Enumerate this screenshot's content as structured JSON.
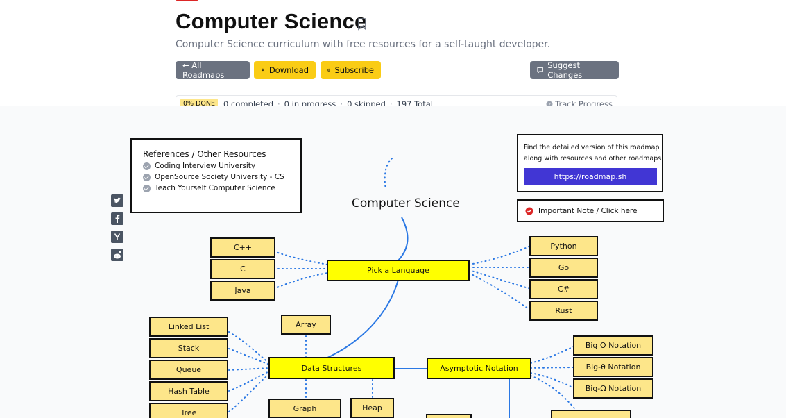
{
  "header": {
    "title": "Computer Science",
    "subtitle": "Computer Science curriculum with free resources for a self-taught developer."
  },
  "buttons": {
    "all_roadmaps": "← All Roadmaps",
    "download": "Download",
    "subscribe": "Subscribe",
    "suggest_changes": "Suggest Changes"
  },
  "progress": {
    "done_badge": "0% DONE",
    "completed": "0 completed",
    "in_progress": "0 in progress",
    "skipped": "0 skipped",
    "total": "197 Total",
    "track": "Track Progress",
    "percent_done": 0
  },
  "social": [
    "twitter-icon",
    "facebook-icon",
    "hackernews-icon",
    "reddit-icon"
  ],
  "references": {
    "title": "References / Other Resources",
    "items": [
      "Coding Interview University",
      "OpenSource Society University - CS",
      "Teach Yourself Computer Science"
    ]
  },
  "promo": {
    "line1": "Find the detailed version of this roadmap",
    "line2": "along with resources and other roadmaps",
    "url": "https://roadmap.sh"
  },
  "note": {
    "label": "Important Note / Click here"
  },
  "roadmap": {
    "root": "Computer Science",
    "pick_language": "Pick a Language",
    "languages_left": [
      "C++",
      "C",
      "Java"
    ],
    "languages_right": [
      "Python",
      "Go",
      "C#",
      "Rust"
    ],
    "data_structures": "Data Structures",
    "ds_items": [
      "Linked List",
      "Stack",
      "Queue",
      "Hash Table",
      "Tree"
    ],
    "array": "Array",
    "graph": "Graph",
    "heap": "Heap",
    "asymptotic": "Asymptotic Notation",
    "notations": [
      "Big O Notation",
      "Big-θ Notation",
      "Big-Ω Notation"
    ]
  },
  "colors": {
    "accent_yellow": "#facc15",
    "node_fill": "#fde68a",
    "main_node": "#ffff00",
    "link_blue": "#2b78e4",
    "url_button": "#4136d4"
  }
}
